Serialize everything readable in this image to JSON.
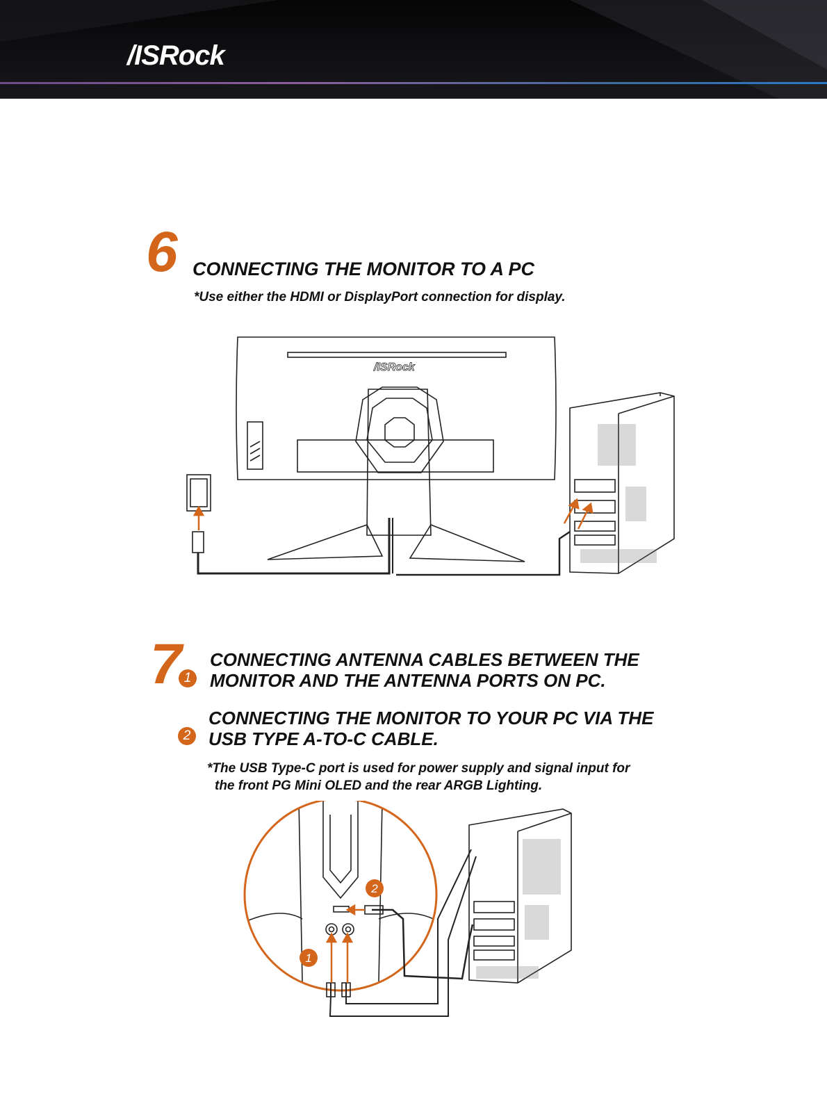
{
  "brand": {
    "logo_text": "/ISRock"
  },
  "step6": {
    "number": "6",
    "title": "CONNECTING THE MONITOR TO A PC",
    "note": "*Use either the HDMI or DisplayPort connection for display."
  },
  "step7": {
    "number": "7",
    "item1_badge": "1",
    "item1_text_line1": "CONNECTING ANTENNA CABLES BETWEEN THE",
    "item1_text_line2": "MONITOR AND THE ANTENNA PORTS ON PC.",
    "item2_badge": "2",
    "item2_text_line1": "CONNECTING THE MONITOR TO YOUR PC VIA THE",
    "item2_text_line2": "USB TYPE A-TO-C CABLE.",
    "note_line1": "*The USB Type-C port is used for power supply and signal input for",
    "note_line2": "the front PG Mini OLED and the rear ARGB Lighting."
  },
  "diagram1": {
    "monitor_logo": "/ISRock"
  },
  "diagram2": {
    "callout1": "1",
    "callout2": "2"
  },
  "colors": {
    "accent": "#d4661c",
    "text": "#111111",
    "header_bg": "#0b0b0d"
  }
}
